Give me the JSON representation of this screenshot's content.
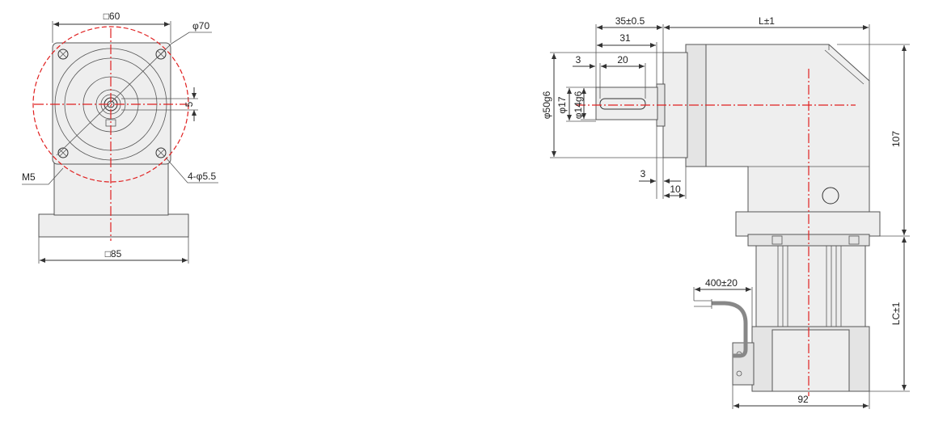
{
  "colors": {
    "centerline": "#e02020",
    "body_fill": "#eeeeee",
    "outline": "#555555",
    "text": "#222222"
  },
  "front_view": {
    "square_flange": "□60",
    "bolt_circle": "φ70",
    "key_offset": "5",
    "thread": "M5",
    "holes": "4-φ5.5",
    "base_square": "□85"
  },
  "side_view": {
    "shaft_total": "35±0.5",
    "length": "L±1",
    "shaft_len": "31",
    "key_offset": "3",
    "key_len": "20",
    "pilot_dia": "φ50g6",
    "hub_dia": "φ17",
    "shaft_dia": "φ14g6",
    "pilot_depth": "3",
    "flange_thk": "10",
    "height": "107",
    "cable_len": "400±20",
    "motor_len": "LC±1",
    "motor_width": "92"
  }
}
